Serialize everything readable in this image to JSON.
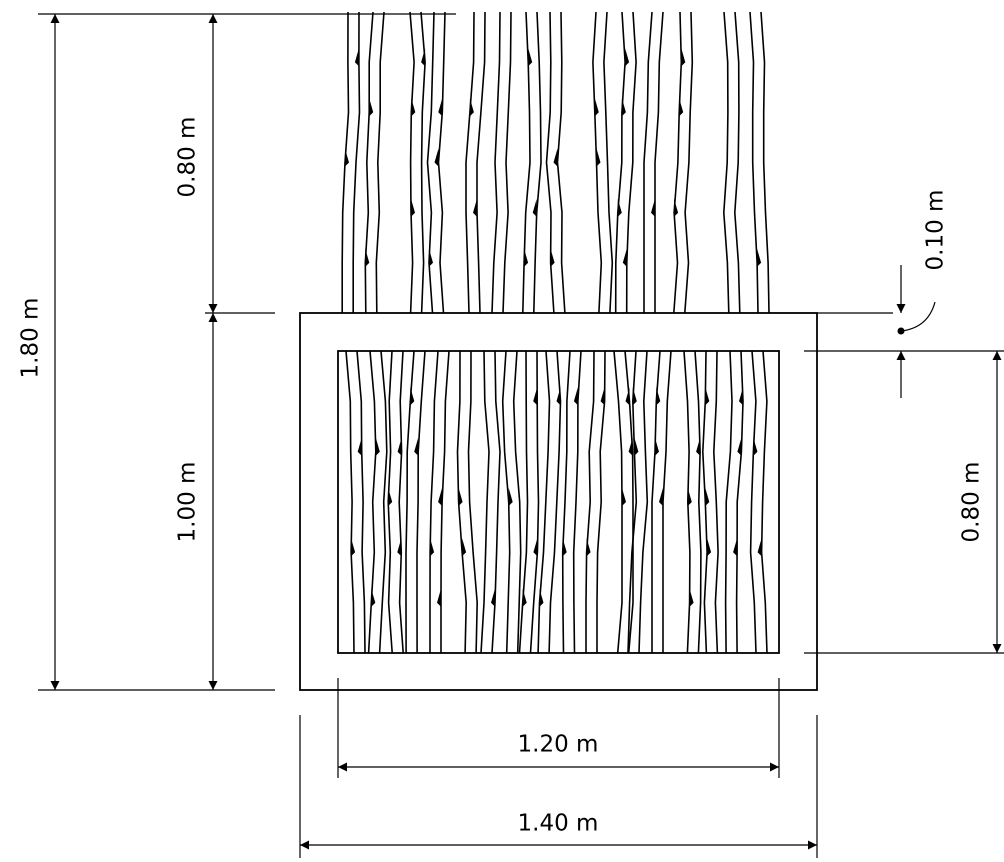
{
  "dimensions": {
    "total_height": "1.80 m",
    "upper_height": "0.80 m",
    "lower_height": "1.00 m",
    "frame_thickness": "0.10 m",
    "opening_height": "0.80 m",
    "inner_width": "1.20 m",
    "outer_width": "1.40 m"
  },
  "colors": {
    "line": "#000000",
    "background": "#ffffff"
  }
}
